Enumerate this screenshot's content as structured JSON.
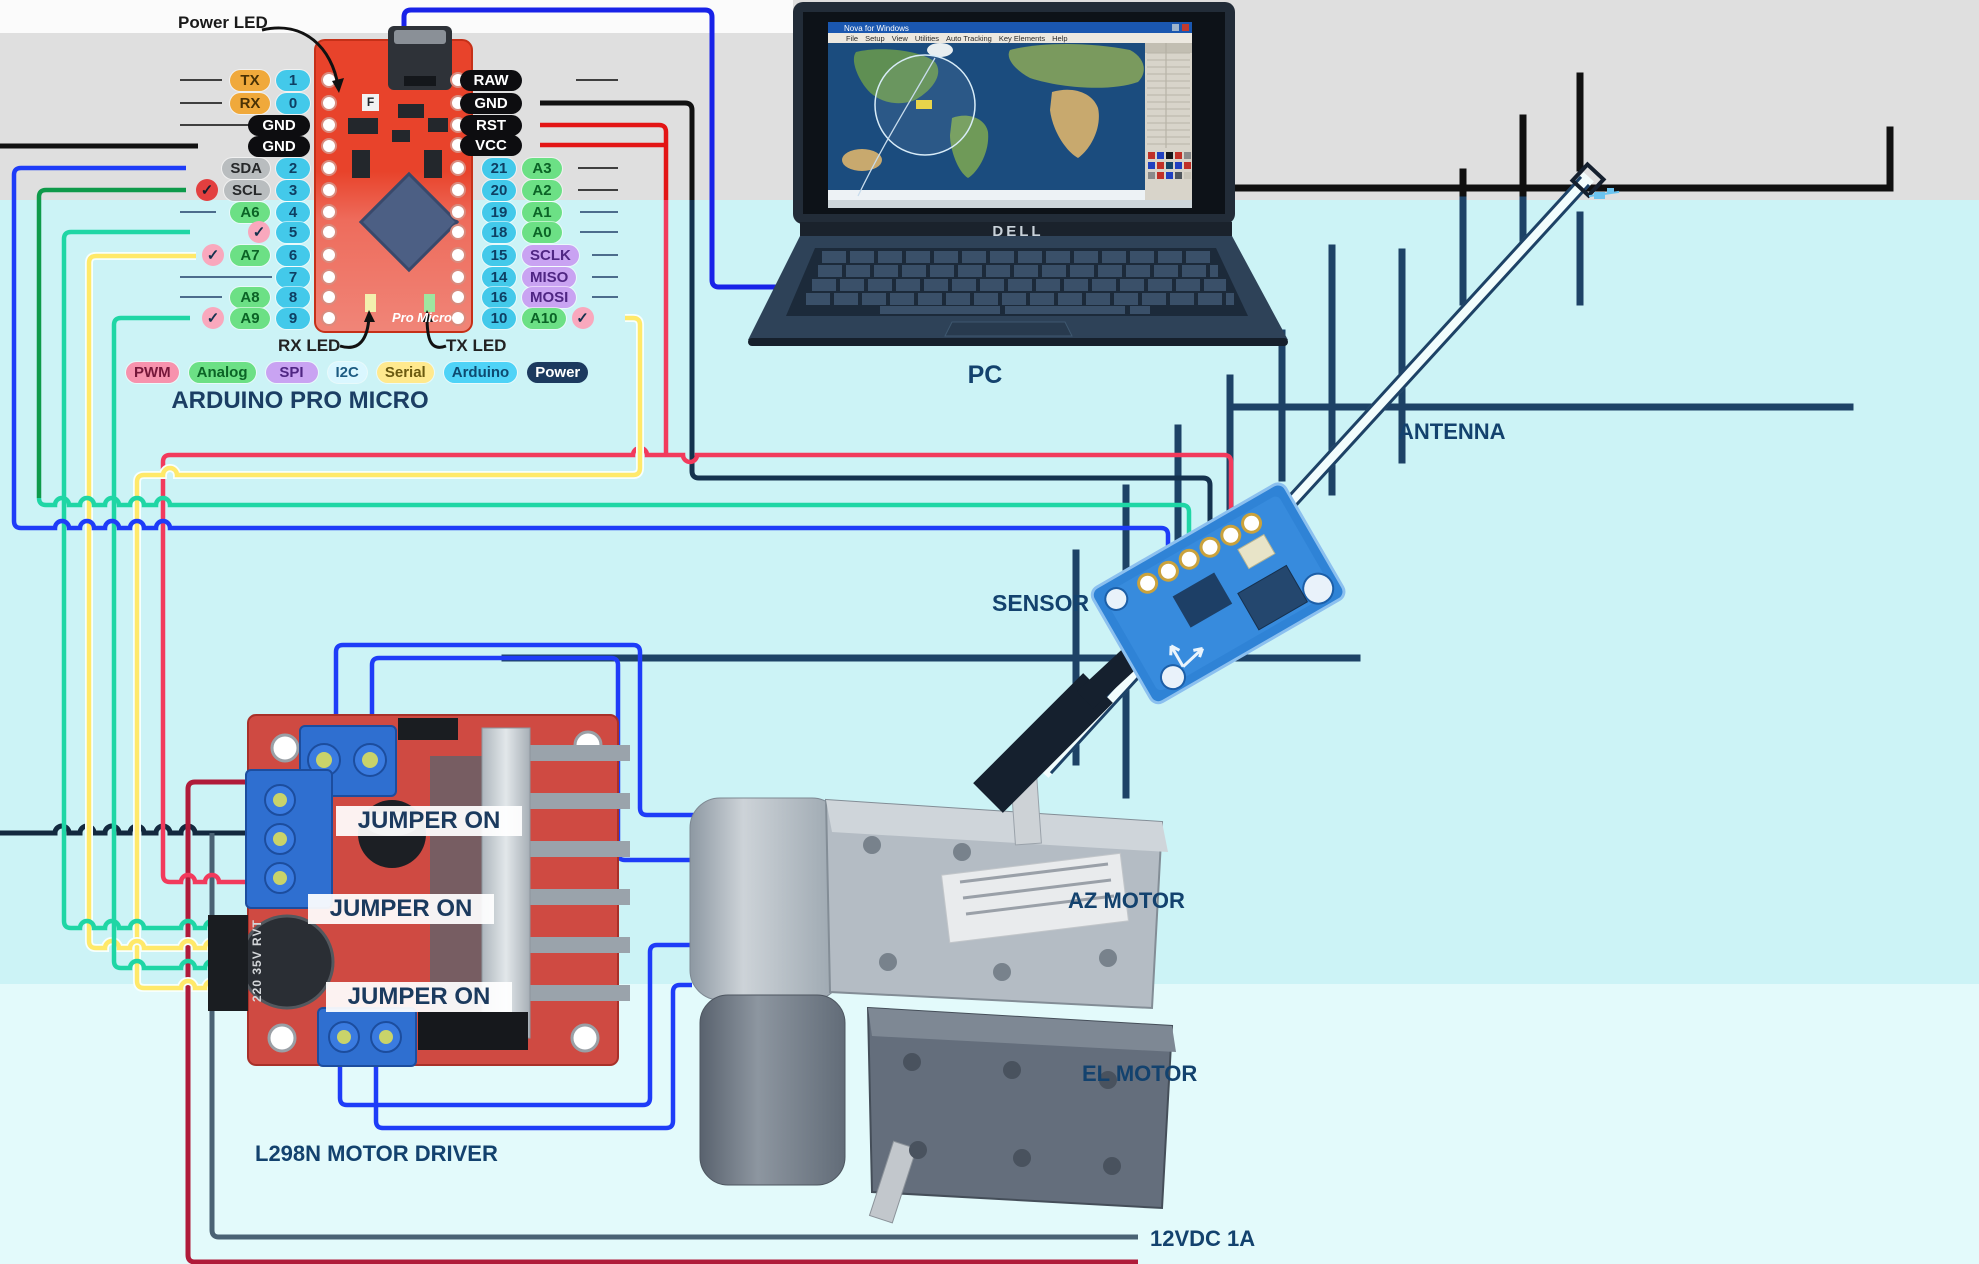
{
  "diagram_labels": {
    "power_led": "Power LED",
    "rx_led": "RX LED",
    "tx_led": "TX LED",
    "pc": "PC",
    "antenna": "ANTENNA",
    "sensor": "SENSOR",
    "az_motor": "AZ MOTOR",
    "el_motor": "EL MOTOR",
    "driver": "L298N MOTOR DRIVER",
    "psu": "12VDC 1A"
  },
  "arduino": {
    "title": "ARDUINO PRO MICRO",
    "silkscreen": "Pro Micro",
    "f_mark": "F",
    "left_pins": [
      {
        "signal": "TX",
        "pin": "1",
        "check": ""
      },
      {
        "signal": "RX",
        "pin": "0",
        "check": ""
      },
      {
        "signal": "GND",
        "pin": "",
        "check": ""
      },
      {
        "signal": "GND",
        "pin": "",
        "check": ""
      },
      {
        "signal": "SDA",
        "pin": "2",
        "check": ""
      },
      {
        "signal": "SCL",
        "pin": "3",
        "check": "✓"
      },
      {
        "signal": "A6",
        "pin": "4",
        "check": ""
      },
      {
        "signal": "",
        "pin": "5",
        "check": "✓"
      },
      {
        "signal": "A7",
        "pin": "6",
        "check": "✓"
      },
      {
        "signal": "",
        "pin": "7",
        "check": ""
      },
      {
        "signal": "A8",
        "pin": "8",
        "check": ""
      },
      {
        "signal": "A9",
        "pin": "9",
        "check": "✓"
      }
    ],
    "right_pins": [
      {
        "pin": "",
        "signal": "RAW",
        "check": ""
      },
      {
        "pin": "",
        "signal": "GND",
        "check": ""
      },
      {
        "pin": "",
        "signal": "RST",
        "check": ""
      },
      {
        "pin": "",
        "signal": "VCC",
        "check": ""
      },
      {
        "pin": "21",
        "signal": "A3",
        "check": ""
      },
      {
        "pin": "20",
        "signal": "A2",
        "check": ""
      },
      {
        "pin": "19",
        "signal": "A1",
        "check": ""
      },
      {
        "pin": "18",
        "signal": "A0",
        "check": ""
      },
      {
        "pin": "15",
        "signal": "SCLK",
        "check": ""
      },
      {
        "pin": "14",
        "signal": "MISO",
        "check": ""
      },
      {
        "pin": "16",
        "signal": "MOSI",
        "check": ""
      },
      {
        "pin": "10",
        "signal": "A10",
        "check": "✓"
      }
    ],
    "legend": [
      {
        "label": "PWM"
      },
      {
        "label": "Analog"
      },
      {
        "label": "SPI"
      },
      {
        "label": "I2C"
      },
      {
        "label": "Serial"
      },
      {
        "label": "Arduino"
      },
      {
        "label": "Power"
      }
    ]
  },
  "laptop": {
    "window_title": "Nova for Windows",
    "menu": [
      "File",
      "Setup",
      "View",
      "Utilities",
      "Auto Tracking",
      "Key Elements",
      "Help"
    ],
    "brand": "DELL"
  },
  "l298n": {
    "jumper_labels": [
      "JUMPER ON",
      "JUMPER ON",
      "JUMPER ON"
    ],
    "cap_label": "220 35V RVT"
  },
  "colors": {
    "wire_blue": "#1e3cf8",
    "wire_teal": "#1fd6a5",
    "wire_yellow": "#ffe96a",
    "wire_red": "#f23a5c",
    "wire_green": "#0e9a4a",
    "wire_black": "#111111",
    "wire_navy": "#14324e",
    "wire_crimson": "#b01b3a",
    "wire_slate": "#4a6274",
    "label_navy": "#13426e",
    "board_red": "#e8432b"
  }
}
